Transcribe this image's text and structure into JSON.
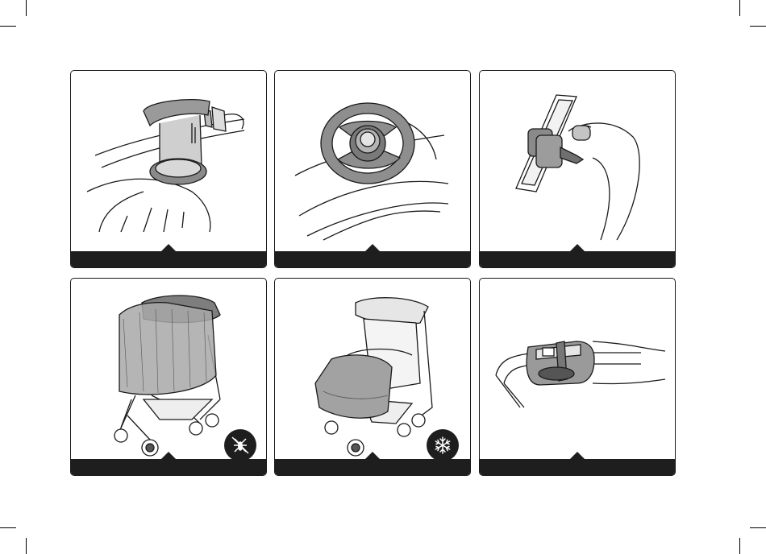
{
  "page": {
    "background": "#ffffff",
    "frame_color": "#1a1a1a",
    "bar_color": "#1e1e1e"
  },
  "panels": [
    {
      "id": "cup-holder",
      "icon": "cup-holder-icon"
    },
    {
      "id": "rotating-wheel",
      "icon": "wheel-icon"
    },
    {
      "id": "phone-holder",
      "icon": "phone-holder-icon"
    },
    {
      "id": "mosquito-net",
      "icon": "stroller-mosquito-net-icon",
      "badge": "no-mosquito-icon"
    },
    {
      "id": "footmuff",
      "icon": "stroller-footmuff-icon",
      "badge": "snowflake-icon"
    },
    {
      "id": "handlebar-pouch",
      "icon": "handlebar-pouch-icon"
    }
  ]
}
